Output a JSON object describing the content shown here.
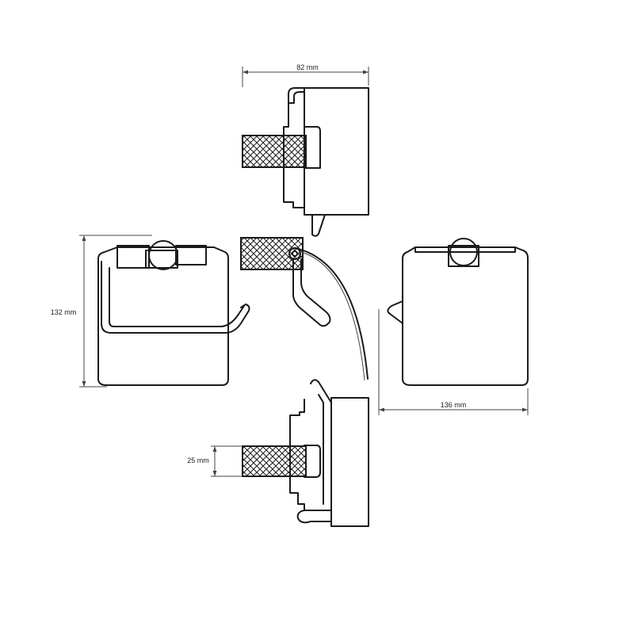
{
  "dimensions": {
    "width_label": "82 mm",
    "height_label": "132 mm",
    "depth_label": "136 mm",
    "grip_label": "25 mm"
  },
  "views": [
    "top-view",
    "front-view-open",
    "side-view",
    "front-view-closed",
    "bottom-view"
  ],
  "colors": {
    "line": "#1a1a1a",
    "background": "#ffffff"
  }
}
